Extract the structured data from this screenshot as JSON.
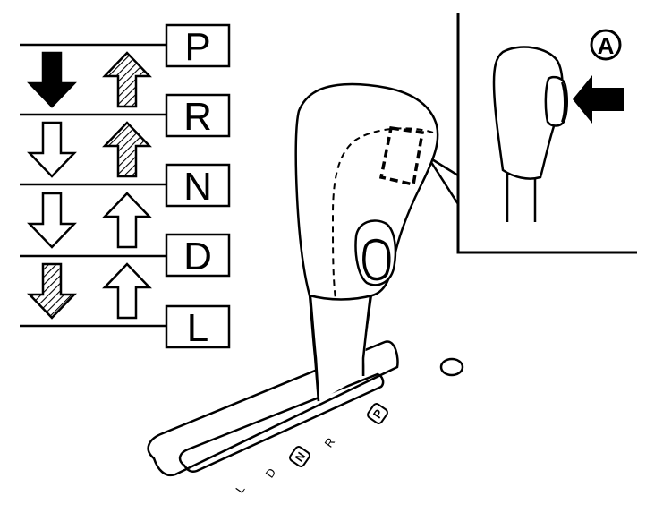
{
  "callout_label": "A",
  "gears": [
    {
      "letter": "P",
      "down": "black",
      "up": "hatched"
    },
    {
      "letter": "R",
      "down": "white",
      "up": "hatched"
    },
    {
      "letter": "N",
      "down": "white",
      "up": "white"
    },
    {
      "letter": "D",
      "down": "hatched",
      "up": "white"
    },
    {
      "letter": "L",
      "down": "",
      "up": ""
    }
  ],
  "gate_labels": [
    "L",
    "D",
    "N",
    "R",
    "P"
  ],
  "colors": {
    "ink": "#000000",
    "paper": "#ffffff"
  }
}
